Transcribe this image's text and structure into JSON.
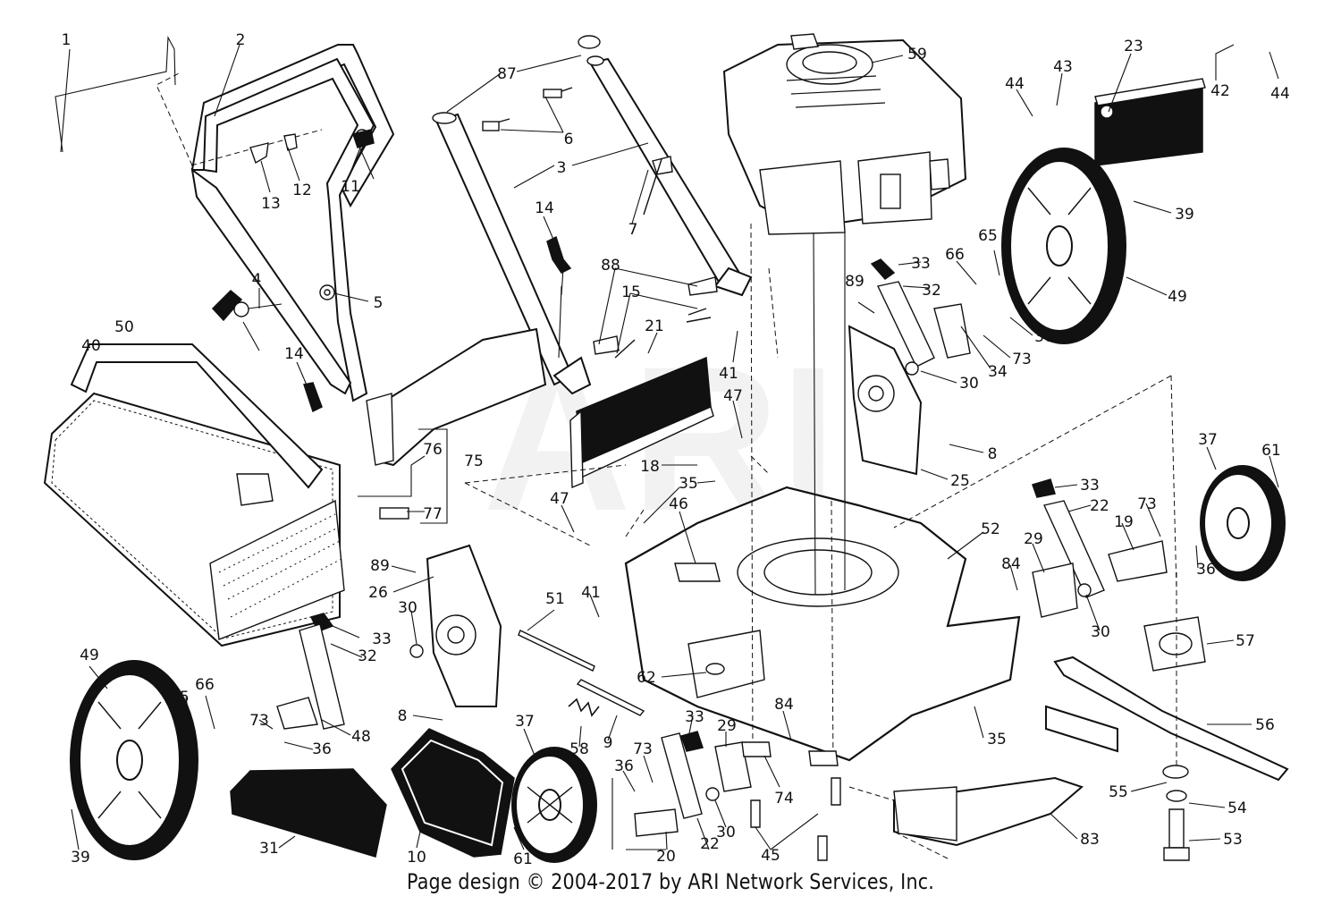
{
  "footer": "Page design © 2004-2017 by ARI Network Services, Inc.",
  "watermark": "ARI",
  "callouts": [
    {
      "id": "c1",
      "label": "1"
    },
    {
      "id": "c2",
      "label": "2"
    },
    {
      "id": "c87",
      "label": "87"
    },
    {
      "id": "c6",
      "label": "6"
    },
    {
      "id": "c3",
      "label": "3"
    },
    {
      "id": "c7",
      "label": "7"
    },
    {
      "id": "c59",
      "label": "59"
    },
    {
      "id": "c23",
      "label": "23"
    },
    {
      "id": "c44a",
      "label": "44"
    },
    {
      "id": "c43",
      "label": "43"
    },
    {
      "id": "c42",
      "label": "42"
    },
    {
      "id": "c44b",
      "label": "44"
    },
    {
      "id": "c39a",
      "label": "39"
    },
    {
      "id": "c13",
      "label": "13"
    },
    {
      "id": "c12",
      "label": "12"
    },
    {
      "id": "c11",
      "label": "11"
    },
    {
      "id": "c14a",
      "label": "14"
    },
    {
      "id": "c88",
      "label": "88"
    },
    {
      "id": "c15",
      "label": "15"
    },
    {
      "id": "c4",
      "label": "4"
    },
    {
      "id": "c5",
      "label": "5"
    },
    {
      "id": "c50",
      "label": "50"
    },
    {
      "id": "c40",
      "label": "40"
    },
    {
      "id": "c14b",
      "label": "14"
    },
    {
      "id": "c21",
      "label": "21"
    },
    {
      "id": "c41a",
      "label": "41"
    },
    {
      "id": "c47a",
      "label": "47"
    },
    {
      "id": "c33a",
      "label": "33"
    },
    {
      "id": "c66a",
      "label": "66"
    },
    {
      "id": "c65a",
      "label": "65"
    },
    {
      "id": "c32a",
      "label": "32"
    },
    {
      "id": "c89a",
      "label": "89"
    },
    {
      "id": "c36a",
      "label": "36"
    },
    {
      "id": "c73a",
      "label": "73"
    },
    {
      "id": "c34",
      "label": "34"
    },
    {
      "id": "c30a",
      "label": "30"
    },
    {
      "id": "c49a",
      "label": "49"
    },
    {
      "id": "c76",
      "label": "76"
    },
    {
      "id": "c75",
      "label": "75"
    },
    {
      "id": "c8a",
      "label": "8"
    },
    {
      "id": "c18",
      "label": "18"
    },
    {
      "id": "c35a",
      "label": "35"
    },
    {
      "id": "c25",
      "label": "25"
    },
    {
      "id": "c37a",
      "label": "37"
    },
    {
      "id": "c61a",
      "label": "61"
    },
    {
      "id": "c47b",
      "label": "47"
    },
    {
      "id": "c46",
      "label": "46"
    },
    {
      "id": "c77",
      "label": "77"
    },
    {
      "id": "c33b",
      "label": "33"
    },
    {
      "id": "c52",
      "label": "52"
    },
    {
      "id": "c22a",
      "label": "22"
    },
    {
      "id": "c73b",
      "label": "73"
    },
    {
      "id": "c19",
      "label": "19"
    },
    {
      "id": "c29a",
      "label": "29"
    },
    {
      "id": "c89b",
      "label": "89"
    },
    {
      "id": "c26",
      "label": "26"
    },
    {
      "id": "c84a",
      "label": "84"
    },
    {
      "id": "c36b",
      "label": "36"
    },
    {
      "id": "c41b",
      "label": "41"
    },
    {
      "id": "c51",
      "label": "51"
    },
    {
      "id": "c30b",
      "label": "30"
    },
    {
      "id": "c30c",
      "label": "30"
    },
    {
      "id": "c33c",
      "label": "33"
    },
    {
      "id": "c57",
      "label": "57"
    },
    {
      "id": "c32b",
      "label": "32"
    },
    {
      "id": "c62",
      "label": "62"
    },
    {
      "id": "c49b",
      "label": "49"
    },
    {
      "id": "c65b",
      "label": "65"
    },
    {
      "id": "c66b",
      "label": "66"
    },
    {
      "id": "c48",
      "label": "48"
    },
    {
      "id": "c73c",
      "label": "73"
    },
    {
      "id": "c36c",
      "label": "36"
    },
    {
      "id": "c8b",
      "label": "8"
    },
    {
      "id": "c37b",
      "label": "37"
    },
    {
      "id": "c58",
      "label": "58"
    },
    {
      "id": "c9",
      "label": "9"
    },
    {
      "id": "c35b",
      "label": "35"
    },
    {
      "id": "c56",
      "label": "56"
    },
    {
      "id": "c33d",
      "label": "33"
    },
    {
      "id": "c84b",
      "label": "84"
    },
    {
      "id": "c29b",
      "label": "29"
    },
    {
      "id": "c36d",
      "label": "36"
    },
    {
      "id": "c73d",
      "label": "73"
    },
    {
      "id": "c74",
      "label": "74"
    },
    {
      "id": "c55",
      "label": "55"
    },
    {
      "id": "c54",
      "label": "54"
    },
    {
      "id": "c31",
      "label": "31"
    },
    {
      "id": "c10",
      "label": "10"
    },
    {
      "id": "c61b",
      "label": "61"
    },
    {
      "id": "c20",
      "label": "20"
    },
    {
      "id": "c22b",
      "label": "22"
    },
    {
      "id": "c30d",
      "label": "30"
    },
    {
      "id": "c45",
      "label": "45"
    },
    {
      "id": "c83",
      "label": "83"
    },
    {
      "id": "c53",
      "label": "53"
    },
    {
      "id": "c39b",
      "label": "39"
    }
  ]
}
